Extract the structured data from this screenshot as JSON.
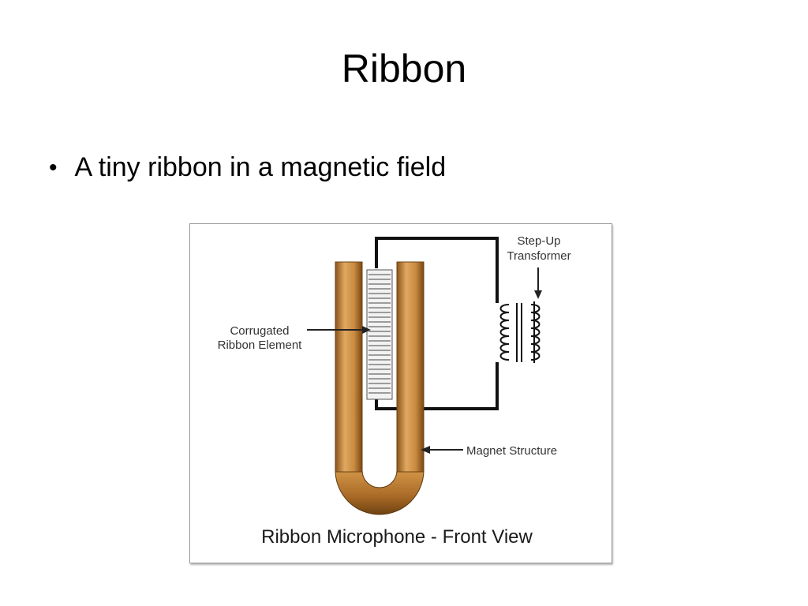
{
  "slide": {
    "title": "Ribbon",
    "bullets": [
      {
        "text": "A tiny ribbon in a magnetic field"
      }
    ]
  },
  "diagram": {
    "labels": {
      "transformer_line1": "Step-Up",
      "transformer_line2": "Transformer",
      "ribbon_line1": "Corrugated",
      "ribbon_line2": "Ribbon Element",
      "magnet": "Magnet Structure",
      "caption": "Ribbon Microphone - Front View"
    },
    "colors": {
      "magnet_light": "#e0a860",
      "magnet_mid": "#b8782e",
      "magnet_dark": "#6e4212",
      "wire": "#111111",
      "ribbon_stripe": "#6a6a6a",
      "ribbon_fill": "#f2f2f2"
    }
  }
}
